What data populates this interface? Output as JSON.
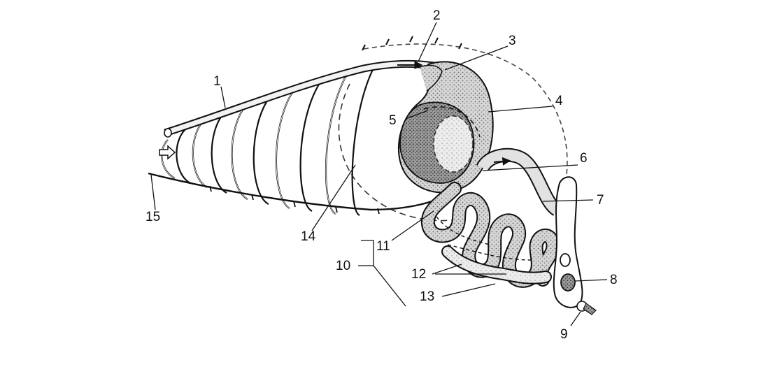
{
  "labels": [
    "1",
    "2",
    "3",
    "4",
    "5",
    "6",
    "7",
    "8",
    "9",
    "10",
    "11",
    "12",
    "13",
    "14",
    "15"
  ],
  "caption": ""
}
